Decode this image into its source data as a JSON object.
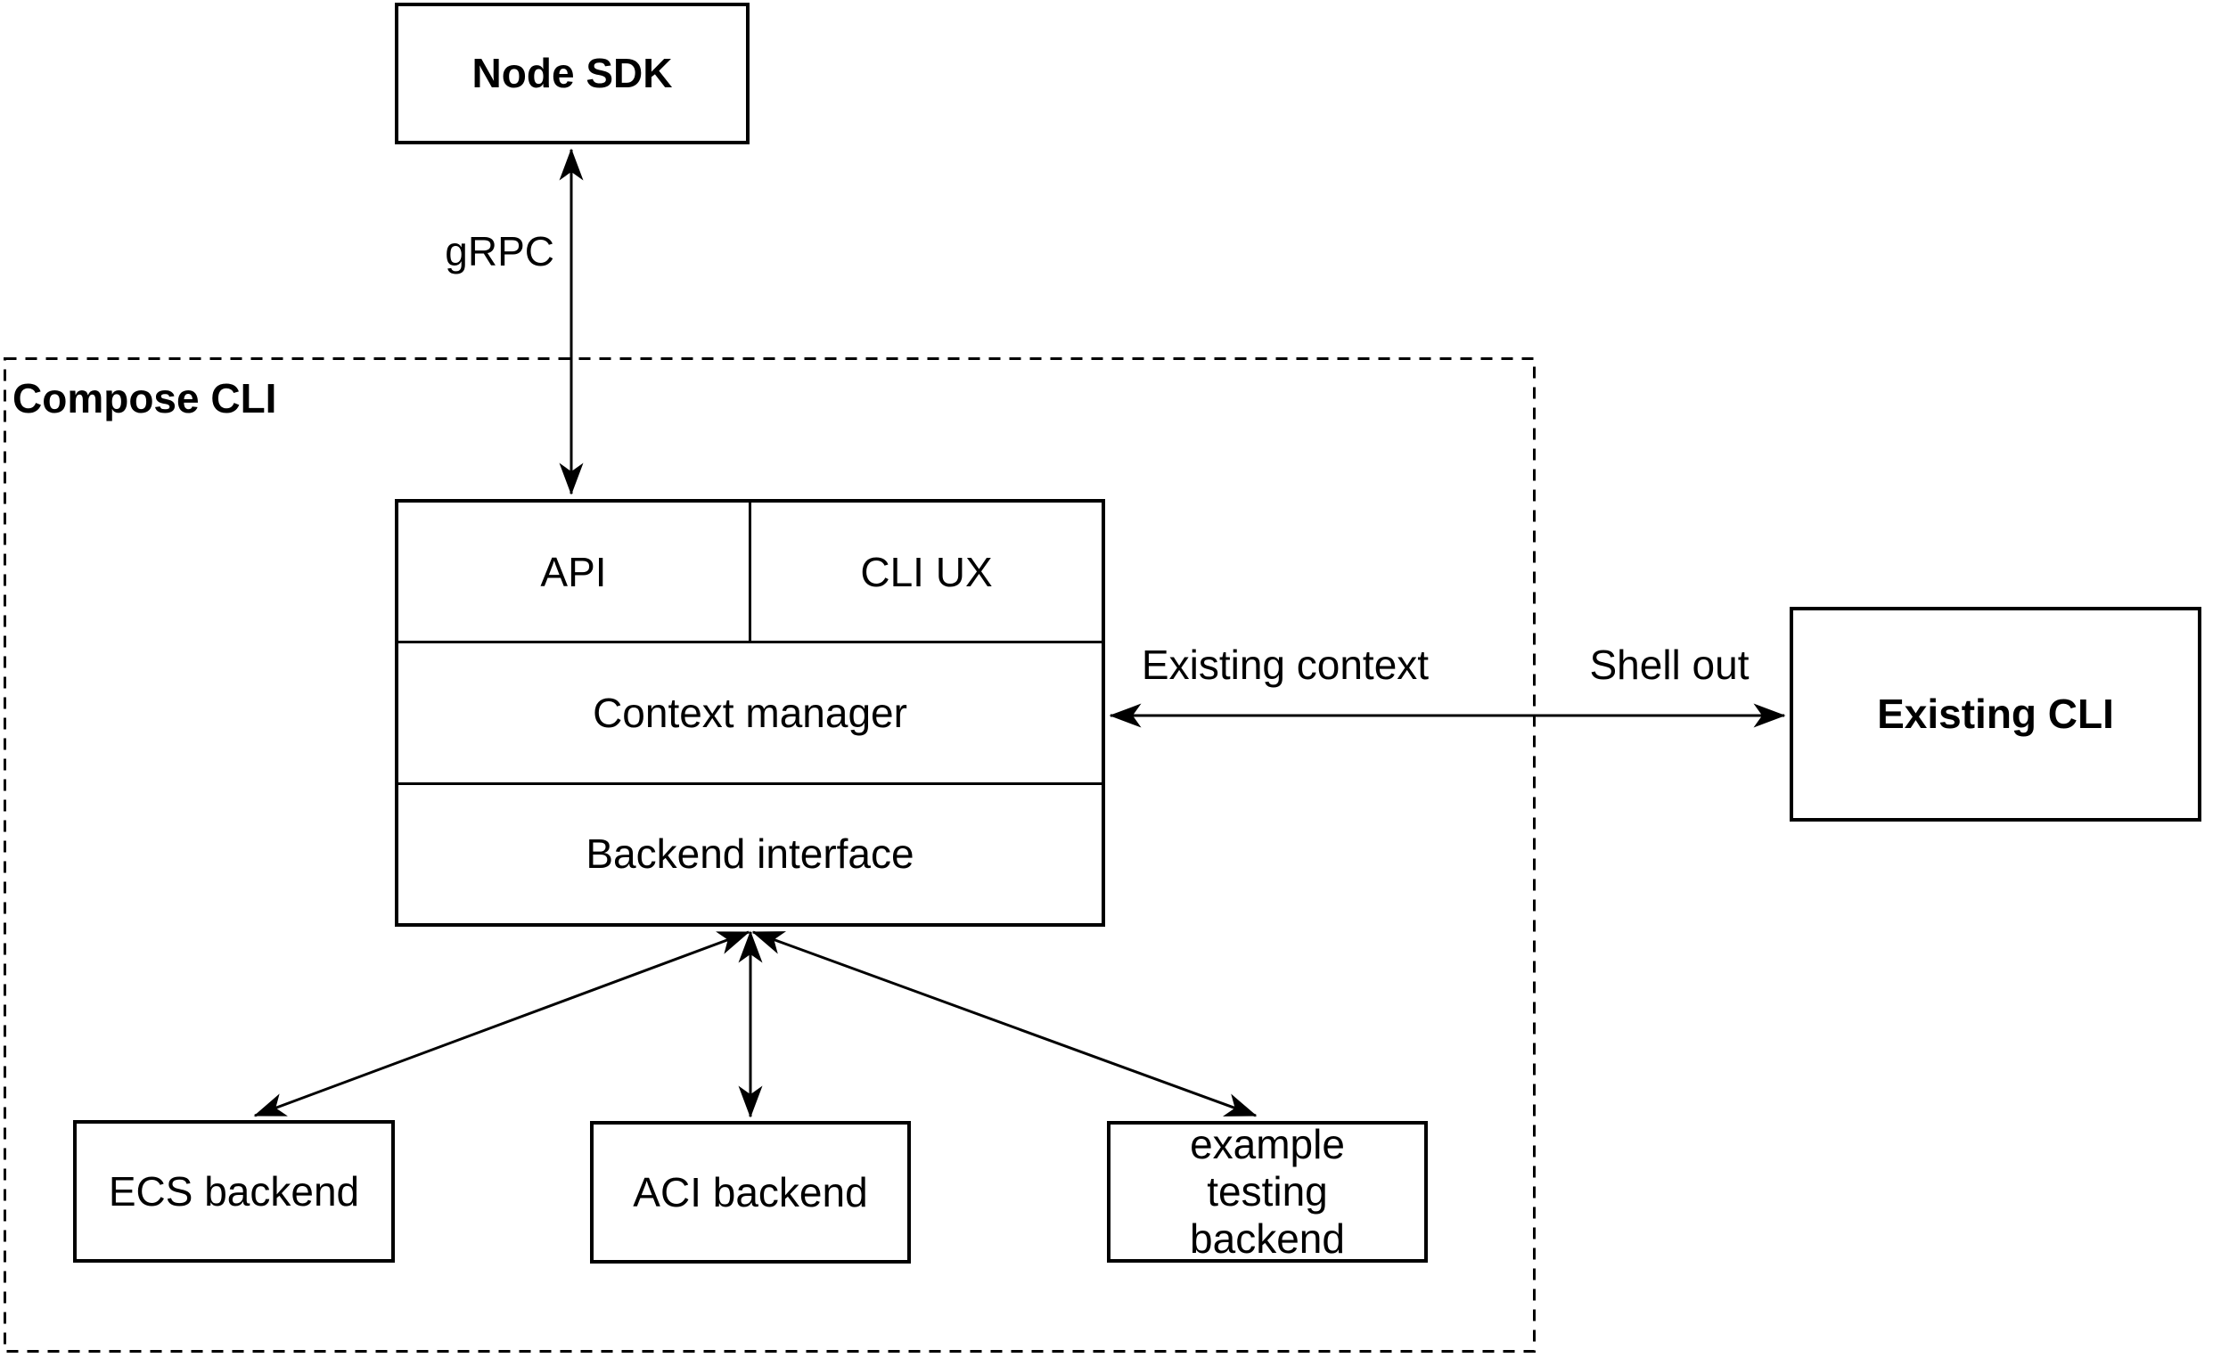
{
  "canvas": {
    "background": "#ffffff",
    "stroke_color": "#000000"
  },
  "container": {
    "label": "Compose CLI"
  },
  "nodes": {
    "node_sdk": "Node SDK",
    "api": "API",
    "cli_ux": "CLI UX",
    "context_manager": "Context manager",
    "backend_interface": "Backend interface",
    "existing_cli": "Existing CLI",
    "ecs_backend": "ECS backend",
    "aci_backend": "ACI backend",
    "example_testing_backend": "example testing backend"
  },
  "edge_labels": {
    "grpc": "gRPC",
    "existing_context": "Existing context",
    "shell_out": "Shell out"
  }
}
